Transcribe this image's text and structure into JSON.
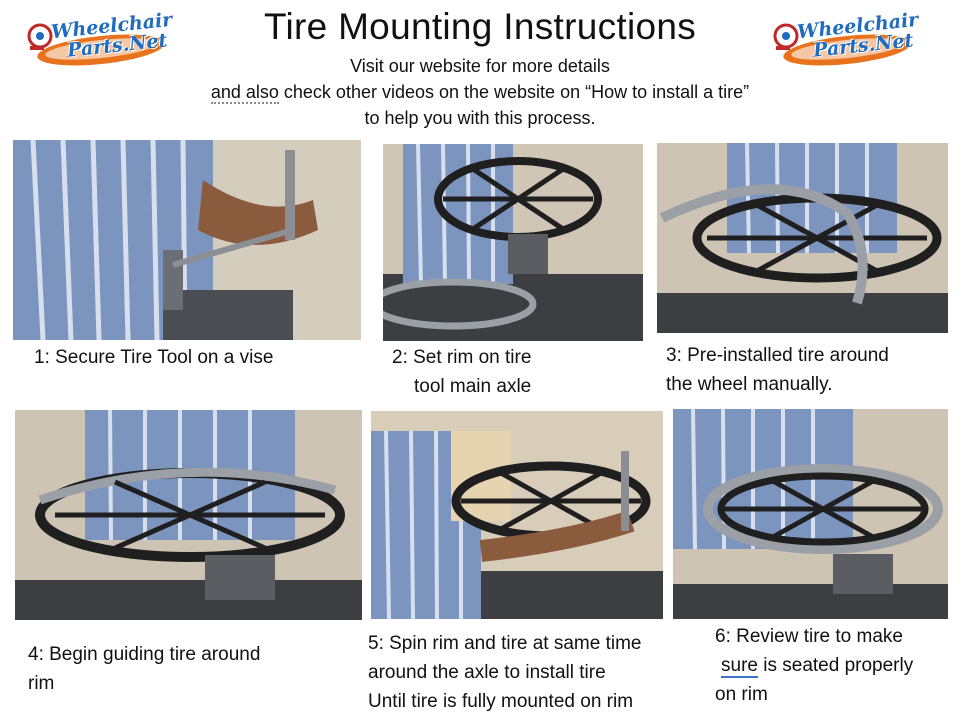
{
  "header": {
    "title": "Tire Mounting Instructions",
    "line1": "Visit our website for more details",
    "line2_underlined": "and also",
    "line2_rest": " check other videos on the website on “How to install a tire”",
    "line3": "to help you with this process.",
    "logo_text": "WheelchairPartsNet",
    "logo_line1": "Wheelchair",
    "logo_line2": "Parts.Net"
  },
  "colors": {
    "logo_blue": "#1f6bbf",
    "logo_orange": "#e8731c",
    "logo_red": "#c0282a",
    "shirt_blue": "#6f8fbf",
    "floor": "#c9c3b6",
    "rim_dark": "#2a2a2a"
  },
  "steps": [
    {
      "photo_icon": "vise-tire-tool-photo",
      "lines": [
        "1: Secure Tire Tool on a vise"
      ]
    },
    {
      "photo_icon": "rim-on-axle-photo",
      "lines": [
        "2: Set rim on tire",
        "tool main axle"
      ]
    },
    {
      "photo_icon": "tire-around-wheel-photo",
      "lines": [
        "3: Pre-installed tire around",
        "the wheel manually."
      ]
    },
    {
      "photo_icon": "guiding-tire-photo",
      "lines": [
        "4: Begin guiding tire around",
        "rim"
      ]
    },
    {
      "photo_icon": "spin-rim-photo",
      "lines": [
        "5: Spin rim and tire at same time",
        "around the axle to install tire",
        "Until tire is fully mounted on rim"
      ]
    },
    {
      "photo_icon": "review-tire-photo",
      "lines": [
        "6: Review tire to make",
        "sure",
        " is seated properly",
        "on rim"
      ]
    }
  ]
}
